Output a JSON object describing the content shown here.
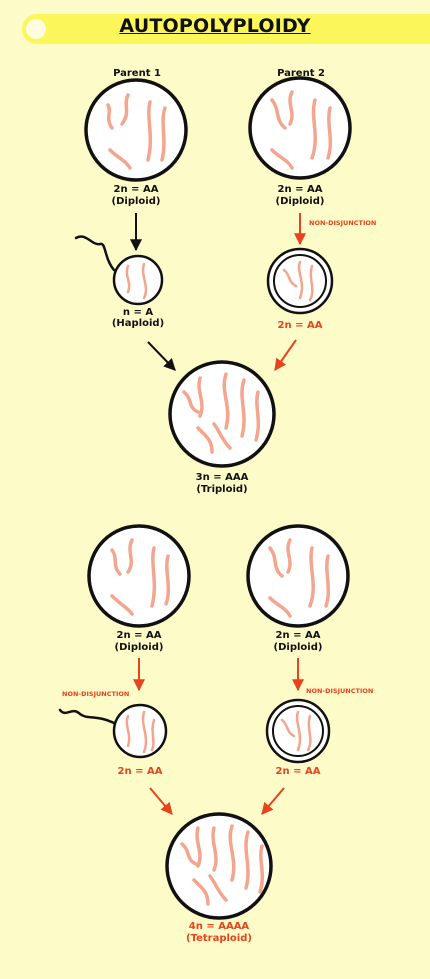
{
  "title": "AUTOPOLYPLOIDY",
  "colors": {
    "background": "#fdfbc8",
    "title_bar": "#fbf65a",
    "chromosome": "#f4a58e",
    "arrow_red": "#e8431c",
    "outline": "#111111"
  },
  "top": {
    "parent1_label": "Parent 1",
    "parent2_label": "Parent 2",
    "parent1_formula": "2n = AA",
    "parent1_type": "(Diploid)",
    "parent2_formula": "2n = AA",
    "parent2_type": "(Diploid)",
    "nondisjunction_label": "NON-DISJUNCTION",
    "gamete1_formula": "n = A",
    "gamete1_type": "(Haploid)",
    "gamete2_formula": "2n = AA",
    "offspring_formula": "3n = AAA",
    "offspring_type": "(Triploid)"
  },
  "bottom": {
    "parent1_formula": "2n = AA",
    "parent1_type": "(Diploid)",
    "parent2_formula": "2n = AA",
    "parent2_type": "(Diploid)",
    "nondisjunction_left": "NON-DISJUNCTION",
    "nondisjunction_right": "NON-DISJUNCTION",
    "gamete1_formula": "2n = AA",
    "gamete2_formula": "2n = AA",
    "offspring_formula": "4n = AAAA",
    "offspring_type": "(Tetraploid)"
  }
}
